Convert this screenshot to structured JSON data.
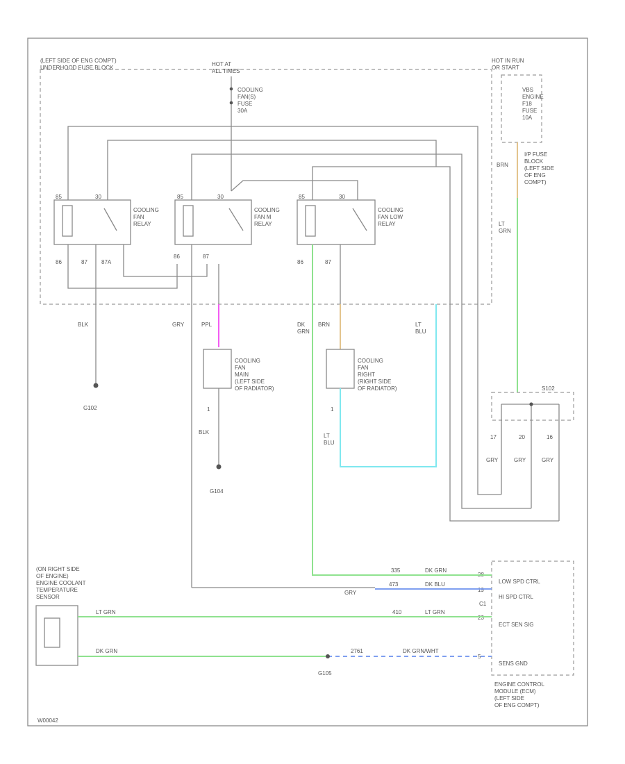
{
  "colors": {
    "green": "#8fe28f",
    "blue": "#7f9ff0",
    "pink": "#f35cf3",
    "cyan": "#7fe8ef",
    "tan": "#e3c48d",
    "gray": "#8a8a8a"
  },
  "labels": {
    "fuse_block": "(LEFT SIDE OF ENG COMPT)\nUNDERHOOD FUSE BLOCK",
    "hot_at_all_times": "HOT AT\nALL TIMES",
    "cooling_fan_fuse": "COOLING\nFAN(S)\nFUSE\n30A",
    "hot_in_run": "HOT IN RUN\nOR START",
    "engine_fuse": "VBS\nENGINE\nF18\nFUSE\n10A",
    "ip_fuse_block": "I/P FUSE\nBLOCK\n(LEFT SIDE\nOF ENG\nCOMPT)",
    "relay1": "COOLING\nFAN\nRELAY",
    "relay2": "COOLING\nFAN M\nRELAY",
    "relay3": "COOLING\nFAN LOW\nRELAY",
    "relay1_pins": [
      "85",
      "30",
      "86",
      "87",
      "87A"
    ],
    "relay2_pins": [
      "85",
      "30",
      "86",
      "87"
    ],
    "relay3_pins": [
      "85",
      "30",
      "86",
      "87"
    ],
    "motor_left": "COOLING\nFAN\nMAIN\n(LEFT SIDE\nOF RADIATOR)",
    "motor_right": "COOLING\nFAN\nRIGHT\n(RIGHT SIDE\nOF RADIATOR)",
    "wire_blk": "BLK",
    "wire_gry": "GRY",
    "wire_ppl": "PPL",
    "wire_dkgrn": "DK\nGRN",
    "wire_brn": "BRN",
    "wire_ltblu": "LT\nBLU",
    "wire_ltgrn": "LT\nGRN",
    "wire_ltblu2": "LT\nBLU",
    "motor_pin": "1",
    "ground1": "G102",
    "ground2": "G104",
    "ground3": "G105",
    "splice": "S102",
    "splice_pins": [
      "17",
      "20",
      "16"
    ],
    "splice_wire": "GRY",
    "ect_sensor": "(ON RIGHT SIDE\nOF ENGINE)\nENGINE COOLANT\nTEMPERATURE\nSENSOR",
    "ect_wire1": "LT GRN",
    "ect_wire2": "DK GRN",
    "ecm_inputs": [
      "LOW SPD CTRL",
      "HI SPD CTRL",
      "ECT SEN SIG",
      "SENS GND"
    ],
    "ecm_pins": [
      "28",
      "19",
      "23",
      "5"
    ],
    "ecm_wires": [
      "DK GRN",
      "DK BLU",
      "LT GRN",
      "DK GRN/WHT"
    ],
    "ecm_circuits": [
      "335",
      "473",
      "410",
      "2761"
    ],
    "ecm_label": "ENGINE CONTROL\nMODULE (ECM)\n(LEFT SIDE\nOF ENG COMPT)",
    "ecm_connector_label": "C1",
    "footer_code": "W00042"
  }
}
